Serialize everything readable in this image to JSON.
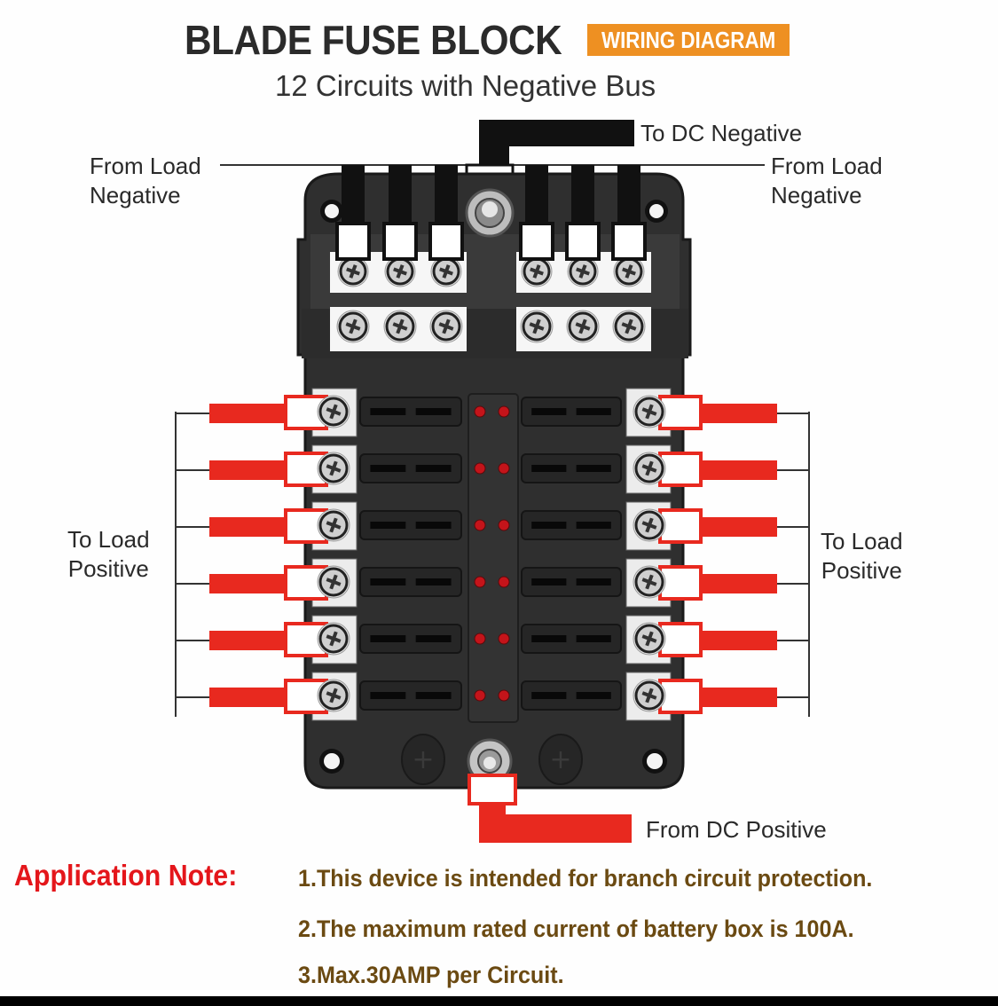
{
  "header": {
    "title": "BLADE FUSE BLOCK",
    "badge": "WIRING DIAGRAM",
    "subtitle": "12 Circuits with Negative Bus"
  },
  "labels": {
    "to_dc_negative": "To DC Negative",
    "from_load_negative_left": [
      "From Load",
      "Negative"
    ],
    "from_load_negative_right": [
      "From Load",
      "Negative"
    ],
    "to_load_positive_left": [
      "To Load",
      "Positive"
    ],
    "to_load_positive_right": [
      "To Load",
      "Positive"
    ],
    "from_dc_positive": "From DC Positive"
  },
  "device": {
    "circuits": 12,
    "fuse_rows": 6,
    "fuse_columns": 2,
    "negative_terminals_per_side": 3,
    "negative_bus_rows": 2,
    "indicator_leds_per_row": 2
  },
  "application_note": {
    "heading": "Application Note:",
    "items": [
      "1.This device is intended for branch circuit protection.",
      "2.The maximum rated current of battery box is 100A.",
      "3.Max.30AMP per Circuit."
    ]
  },
  "colors": {
    "title": "#2b2b2b",
    "badge_bg": "#ee9022",
    "positive_wire": "#e8291f",
    "negative_wire": "#111111",
    "body": "#2e2e2e",
    "note_heading": "#e4161b",
    "note_text": "#6b4a12",
    "led": "#c4141a"
  }
}
